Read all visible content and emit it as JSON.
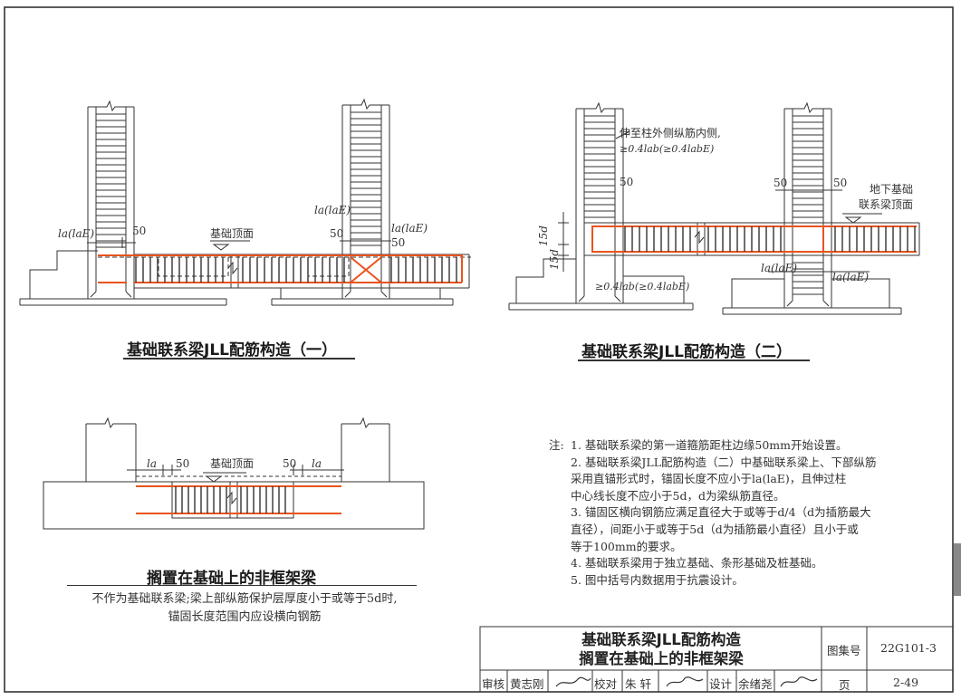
{
  "detail1": {
    "title": "基础联系梁JLL配筋构造（一）",
    "label_anchor_left": "la(laE)",
    "label_anchor_mid": "la(laE)",
    "label_anchor_right": "la(laE)",
    "dim_50_a": "50",
    "dim_50_b": "50",
    "dim_50_c": "50",
    "foundation_top": "基础顶面"
  },
  "detail2": {
    "title": "基础联系梁JLL配筋构造（二）",
    "extend_note_line1": "伸至柱外侧纵筋内侧,",
    "extend_note_line2": "≥0.4lab(≥0.4labE)",
    "bottom_note": "≥0.4lab(≥0.4labE)",
    "dim_15d_top": "15d",
    "dim_15d_bottom": "15d",
    "dim_50_a": "50",
    "dim_50_b": "50",
    "dim_50_c": "50",
    "underground_top_line1": "地下基础",
    "underground_top_line2": "联系梁顶面",
    "anchor_left": "la(laE)",
    "anchor_right": "la(laE)"
  },
  "detail3": {
    "title": "搁置在基础上的非框架梁",
    "anchor_left": "la",
    "anchor_right": "la",
    "dim_50_left": "50",
    "dim_50_right": "50",
    "foundation_top": "基础顶面",
    "caption_line1": "不作为基础联系梁;梁上部纵筋保护层厚度小于或等于5d时,",
    "caption_line2": "锚固长度范围内应设横向钢筋"
  },
  "notes": {
    "prefix": "注:",
    "items": [
      "1. 基础联系梁的第一道箍筋距柱边缘50mm开始设置。",
      "2. 基础联系梁JLL配筋构造（二）中基础联系梁上、下部纵筋",
      "   采用直锚形式时，锚固长度不应小于la(laE)，且伸过柱",
      "   中心线长度不应小于5d，d为梁纵筋直径。",
      "3. 锚固区横向钢筋应满足直径大于或等于d/4（d为插筋最大",
      "   直径），间距小于或等于5d（d为插筋最小直径）且小于或",
      "   等于100mm的要求。",
      "4. 基础联系梁用于独立基础、条形基础及桩基础。",
      "5. 图中括号内数据用于抗震设计。"
    ]
  },
  "title_block": {
    "title_line1": "基础联系梁JLL配筋构造",
    "title_line2": "搁置在基础上的非框架梁",
    "atlas_label": "图集号",
    "atlas_no": "22G101-3",
    "page_label": "页",
    "page_no": "2-49",
    "review_label": "审核",
    "reviewer": "黄志刚",
    "check_label": "校对",
    "checker": "朱 轩",
    "design_label": "设计",
    "designer": "余绪尧"
  },
  "colors": {
    "rebar": "#e8541e",
    "line": "#333333",
    "paper": "#ffffff"
  }
}
